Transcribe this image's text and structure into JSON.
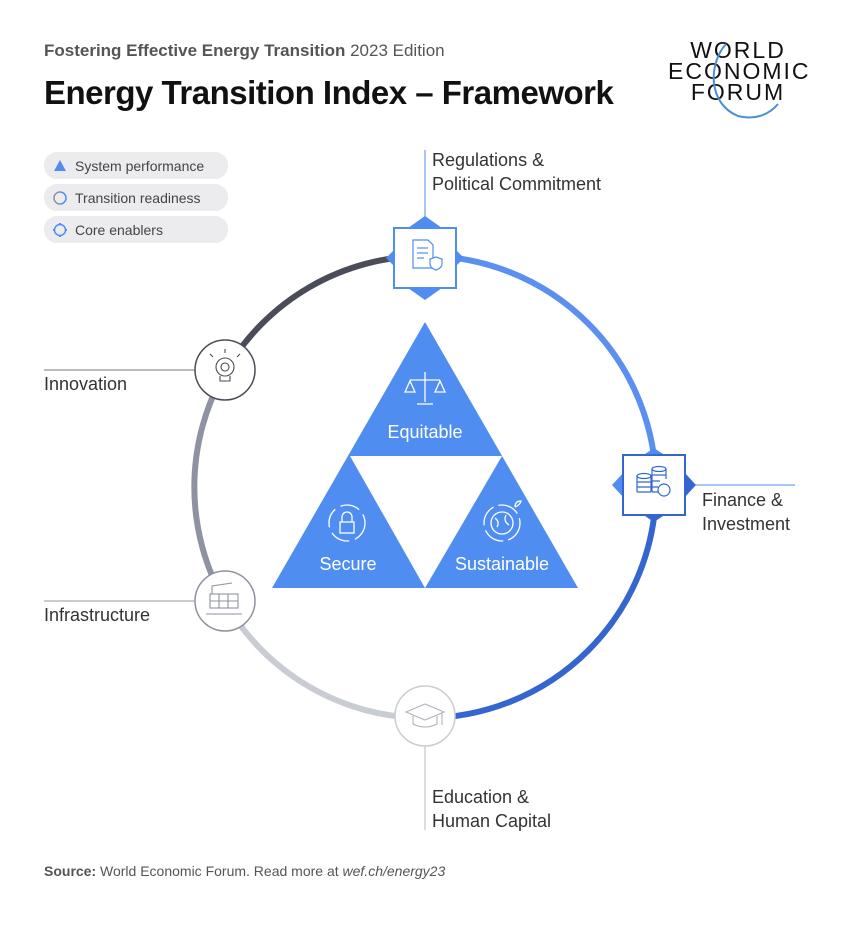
{
  "header": {
    "subtitle_bold": "Fostering Effective Energy Transition",
    "subtitle_rest": "2023 Edition",
    "title": "Energy Transition Index – Framework",
    "logo": [
      "WORLD",
      "ECONOMIC",
      "FORUM"
    ]
  },
  "legend": [
    {
      "label": "System performance",
      "icon": "triangle-icon"
    },
    {
      "label": "Transition readiness",
      "icon": "ring-icon"
    },
    {
      "label": "Core enablers",
      "icon": "octagon-ring-icon"
    }
  ],
  "triangles": {
    "top": "Equitable",
    "left": "Secure",
    "right": "Sustainable"
  },
  "nodes": {
    "regulations": [
      "Regulations &",
      "Political Commitment"
    ],
    "finance": [
      "Finance &",
      "Investment"
    ],
    "innovation": "Innovation",
    "infrastructure": "Infrastructure",
    "education": [
      "Education &",
      "Human Capital"
    ]
  },
  "source": {
    "label": "Source:",
    "text": "World Economic Forum. Read more at",
    "link": "wef.ch/energy23"
  },
  "colors": {
    "blue": "#4f8ef0",
    "dark_blue": "#3566d0",
    "dark_arc": "#4a4d57",
    "mid_arc": "#8d93a0",
    "light_arc": "#c9ccd3"
  }
}
